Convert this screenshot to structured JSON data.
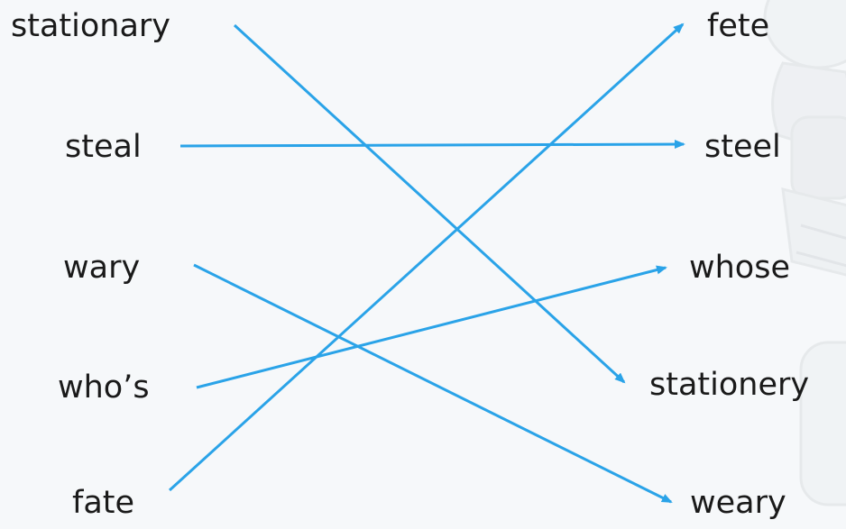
{
  "left_words": [
    "stationary",
    "steal",
    "wary",
    "who’s",
    "fate"
  ],
  "right_words": [
    "fete",
    "steel",
    "whose",
    "stationery",
    "weary"
  ],
  "matches": [
    {
      "from": "stationary",
      "to": "stationery"
    },
    {
      "from": "steal",
      "to": "steel"
    },
    {
      "from": "wary",
      "to": "weary"
    },
    {
      "from": "who’s",
      "to": "whose"
    },
    {
      "from": "fate",
      "to": "fete"
    }
  ],
  "colors": {
    "line": "#2aa3e8",
    "text": "#1a1a1a",
    "background": "#f6f8fa"
  }
}
